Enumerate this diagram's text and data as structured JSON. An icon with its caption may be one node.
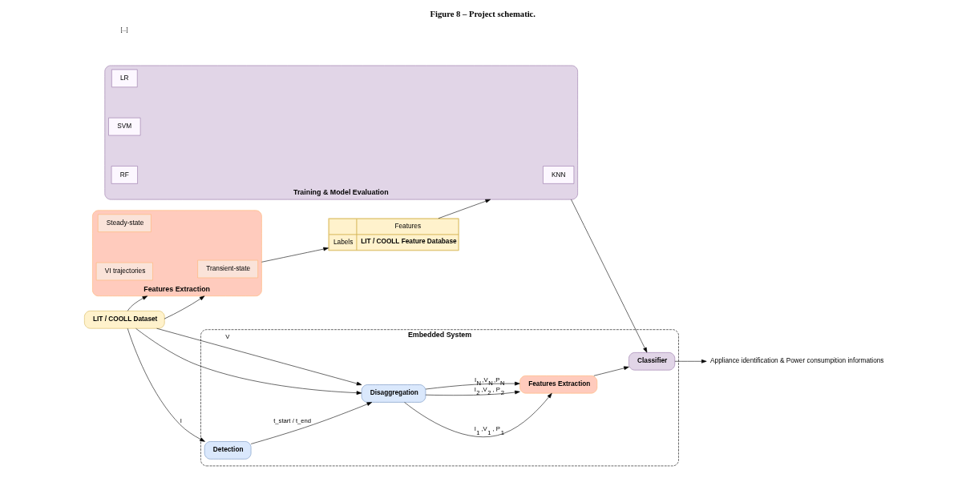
{
  "diagram": {
    "title": "Figure 8 – Project schematic.",
    "nodes": [
      {
        "text": [
          "Embedded System"
        ]
      },
      {
        "text": [
          "LIT / COOLL Dataset"
        ]
      },
      {
        "text": [
          "Detection"
        ],
        "in": 0
      },
      {
        "text": [
          "Disaggregation"
        ],
        "in": 0
      },
      {
        "text": [
          "Features Extraction"
        ],
        "in": 0
      },
      {
        "text": [
          "Classifier"
        ],
        "in": 0
      },
      {
        "text": [
          "Appliance identification & Power consumpition informations"
        ]
      },
      {
        "text": [
          "Features Extraction"
        ]
      },
      {
        "text": [
          "Steady-state"
        ],
        "in": 7
      },
      {
        "text": [
          "Transient-state"
        ],
        "in": 7
      },
      {
        "text": [
          "VI trajectories"
        ],
        "in": 7
      },
      {
        "text": [
          "Features",
          "Labels",
          "LIT / COOLL Feature Database"
        ]
      },
      {
        "text": [
          "Training & Model Evaluation"
        ]
      },
      {
        "text": [
          "LR"
        ],
        "in": 12
      },
      {
        "text": [
          "SVM"
        ],
        "in": 12
      },
      {
        "text": [
          "KNN"
        ],
        "in": 12
      },
      {
        "text": [
          "RF"
        ],
        "in": 12
      }
    ],
    "edges": [
      {
        "from": 1,
        "to": 3,
        "arrow": "to",
        "label": "V"
      },
      {
        "from": 1,
        "to": 2,
        "arrow": "to",
        "label": "I"
      },
      {
        "from": 1,
        "to": 3,
        "arrow": "to"
      },
      {
        "from": 2,
        "to": 3,
        "arrow": "to",
        "label": "t_start / t_end"
      },
      {
        "from": 3,
        "to": 4,
        "arrow": "to",
        "label": "I$_{1}$ ,V$_{1}$ , P$_{1}$"
      },
      {
        "from": 3,
        "to": 4,
        "arrow": "to",
        "label": "I$_{2}$ ,V$_{2}$ , P$_{2}$"
      },
      {
        "from": 3,
        "to": 4,
        "arrow": "to",
        "label": "I$_{N}$ ,V$_{N}$ ,P$_{N}$"
      },
      {
        "from": 4,
        "to": 5,
        "arrow": "to"
      },
      {
        "from": 5,
        "to": 6,
        "arrow": "to"
      },
      {
        "from": 1,
        "to": 7,
        "arrow": "to"
      },
      {
        "from": 1,
        "to": 7,
        "arrow": "to"
      },
      {
        "from": 7,
        "to": 11,
        "arrow": "to"
      },
      {
        "from": 11,
        "to": 12,
        "arrow": "to"
      },
      {
        "from": 12,
        "to": 5,
        "arrow": "to"
      }
    ],
    "labels": [
      "[...]"
    ]
  }
}
